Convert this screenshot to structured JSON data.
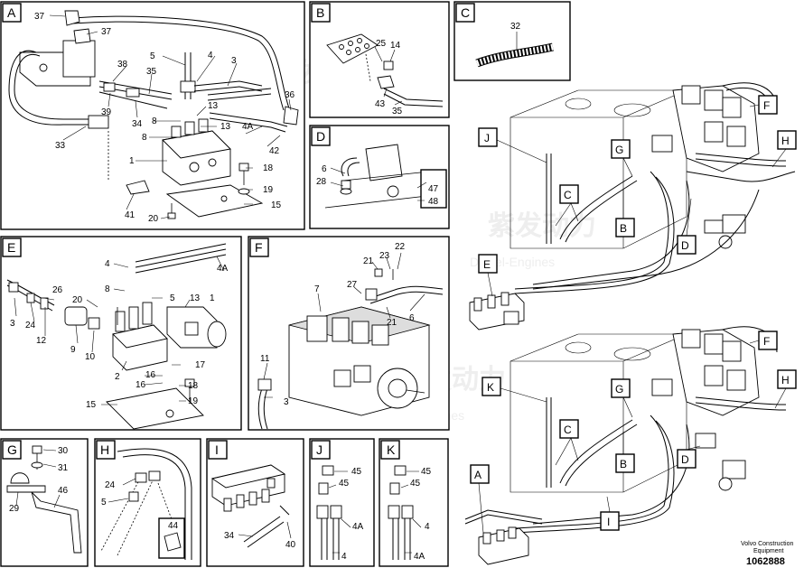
{
  "panels": {
    "A": {
      "title": "A",
      "labels": [
        "37",
        "37",
        "5",
        "4",
        "3",
        "38",
        "35",
        "39",
        "34",
        "36",
        "33",
        "13",
        "8",
        "13",
        "8",
        "4A",
        "42",
        "1",
        "18",
        "19",
        "41",
        "15",
        "20"
      ]
    },
    "B": {
      "title": "B",
      "labels": [
        "25",
        "14",
        "43",
        "35"
      ]
    },
    "C": {
      "title": "C",
      "labels": [
        "32"
      ]
    },
    "D": {
      "title": "D",
      "labels": [
        "6",
        "28",
        "47",
        "48"
      ]
    },
    "E": {
      "title": "E",
      "labels": [
        "4",
        "4A",
        "5",
        "13",
        "1",
        "26",
        "20",
        "8",
        "3",
        "24",
        "12",
        "9",
        "10",
        "2",
        "17",
        "16",
        "16",
        "18",
        "19",
        "15"
      ]
    },
    "F": {
      "title": "F",
      "labels": [
        "22",
        "23",
        "21",
        "27",
        "7",
        "21",
        "6",
        "11",
        "3"
      ]
    },
    "G": {
      "title": "G",
      "labels": [
        "30",
        "31",
        "29",
        "46"
      ]
    },
    "H": {
      "title": "H",
      "labels": [
        "24",
        "5",
        "44"
      ]
    },
    "I": {
      "title": "I",
      "labels": [
        "34",
        "40"
      ]
    },
    "J": {
      "title": "J",
      "labels": [
        "45",
        "45",
        "4A",
        "4"
      ]
    },
    "K": {
      "title": "K",
      "labels": [
        "45",
        "45",
        "4",
        "4A"
      ]
    }
  },
  "callouts": {
    "top": [
      "F",
      "J",
      "G",
      "H",
      "C",
      "B",
      "D",
      "E"
    ],
    "bottom": [
      "F",
      "K",
      "G",
      "H",
      "C",
      "B",
      "D",
      "A",
      "I"
    ]
  },
  "footer": {
    "line1": "Volvo Construction",
    "line2": "Equipment",
    "number": "1062888"
  },
  "watermark": {
    "cn": "紫发动力",
    "en": "Diesel-Engines"
  }
}
